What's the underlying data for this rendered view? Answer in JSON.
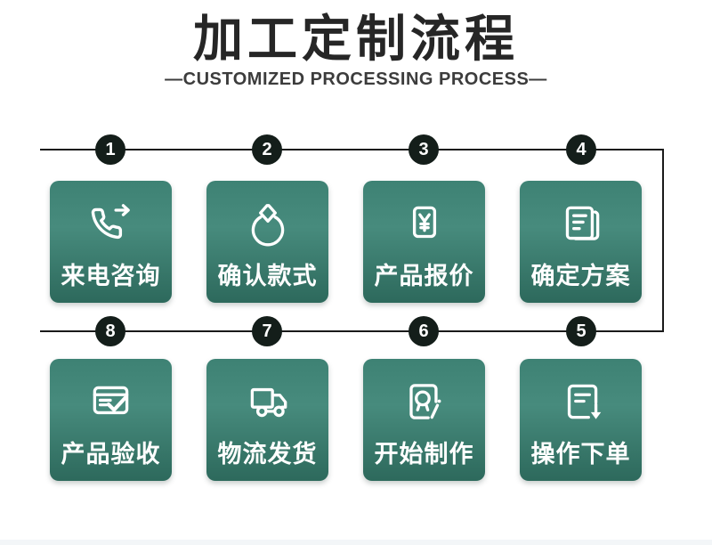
{
  "header": {
    "title": "加工定制流程",
    "subtitle": "—CUSTOMIZED PROCESSING PROCESS—"
  },
  "colors": {
    "card_gradient_top": "#3e8274",
    "card_gradient_mid": "#478b7d",
    "card_gradient_bottom": "#2d695c",
    "badge_background": "#141e1a",
    "connector_line": "#1a1a1a",
    "title_text": "#262626",
    "card_text": "#ffffff"
  },
  "steps": [
    {
      "number": "1",
      "label": "来电咨询",
      "icon": "phone-outgoing-icon"
    },
    {
      "number": "2",
      "label": "确认款式",
      "icon": "ring-icon"
    },
    {
      "number": "3",
      "label": "产品报价",
      "icon": "yuan-price-tag-icon"
    },
    {
      "number": "4",
      "label": "确定方案",
      "icon": "documents-icon"
    },
    {
      "number": "5",
      "label": "操作下单",
      "icon": "order-arrow-down-icon"
    },
    {
      "number": "6",
      "label": "开始制作",
      "icon": "certificate-pen-icon"
    },
    {
      "number": "7",
      "label": "物流发货",
      "icon": "truck-icon"
    },
    {
      "number": "8",
      "label": "产品验收",
      "icon": "box-check-icon"
    }
  ]
}
